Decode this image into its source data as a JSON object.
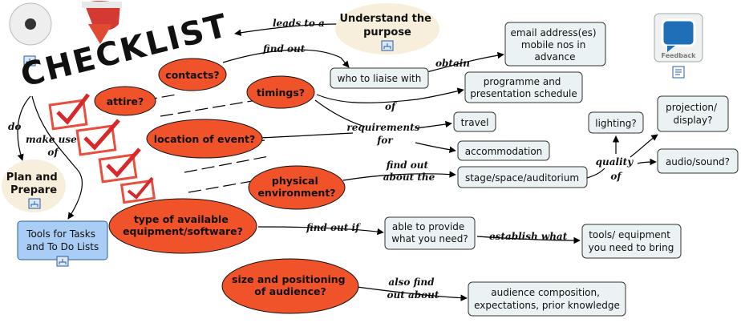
{
  "title": "CHECKLIST",
  "feedback_label": "Feedback",
  "nodes": {
    "understand": [
      "Understand the",
      "purpose"
    ],
    "plan": [
      "Plan and",
      "Prepare"
    ],
    "tools": [
      "Tools for Tasks",
      "and To Do Lists"
    ],
    "contacts": [
      "contacts?"
    ],
    "attire": [
      "attire?"
    ],
    "timings": [
      "timings?"
    ],
    "location": [
      "location of event?"
    ],
    "physical": [
      "physical",
      "environment?"
    ],
    "equipment": [
      "type of available",
      "equipment/software?"
    ],
    "audience": [
      "size and positioning",
      "of audience?"
    ],
    "email": [
      "email address(es)",
      "mobile nos in",
      "advance"
    ],
    "liaise": [
      "who to liaise with"
    ],
    "programme": [
      "programme and",
      "presentation schedule"
    ],
    "travel": [
      "travel"
    ],
    "accommodation": [
      "accommodation"
    ],
    "stage": [
      "stage/space/auditorium"
    ],
    "lighting": [
      "lighting?"
    ],
    "projection": [
      "projection/",
      "display?"
    ],
    "audio": [
      "audio/sound?"
    ],
    "able": [
      "able to provide",
      "what you need?"
    ],
    "tools_equipment": [
      "tools/ equipment",
      "you need to bring"
    ],
    "composition": [
      "audience composition,",
      "expectations, prior knowledge"
    ]
  },
  "links": {
    "leads_to_a": [
      "leads to a"
    ],
    "find_out": [
      "find out"
    ],
    "obtain": [
      "obtain"
    ],
    "of": [
      "of"
    ],
    "requirements_for": [
      "requirements",
      "for"
    ],
    "do": [
      "do"
    ],
    "make_use_of": [
      "make use",
      "of"
    ],
    "find_out_about_the": [
      "find out",
      "about the"
    ],
    "quality_of": [
      "quality",
      "of"
    ],
    "find_out_if": [
      "find out if"
    ],
    "establish_what": [
      "establish what"
    ],
    "also_find_out_about": [
      "also find",
      "out about"
    ]
  },
  "colors": {
    "oval": "#f0522a",
    "cream": "#f7efdb",
    "box": "#eaf2f3",
    "tools_box": "#a9cdf5",
    "check": "#d8282a",
    "feedback_blue": "#1e6fb8"
  }
}
